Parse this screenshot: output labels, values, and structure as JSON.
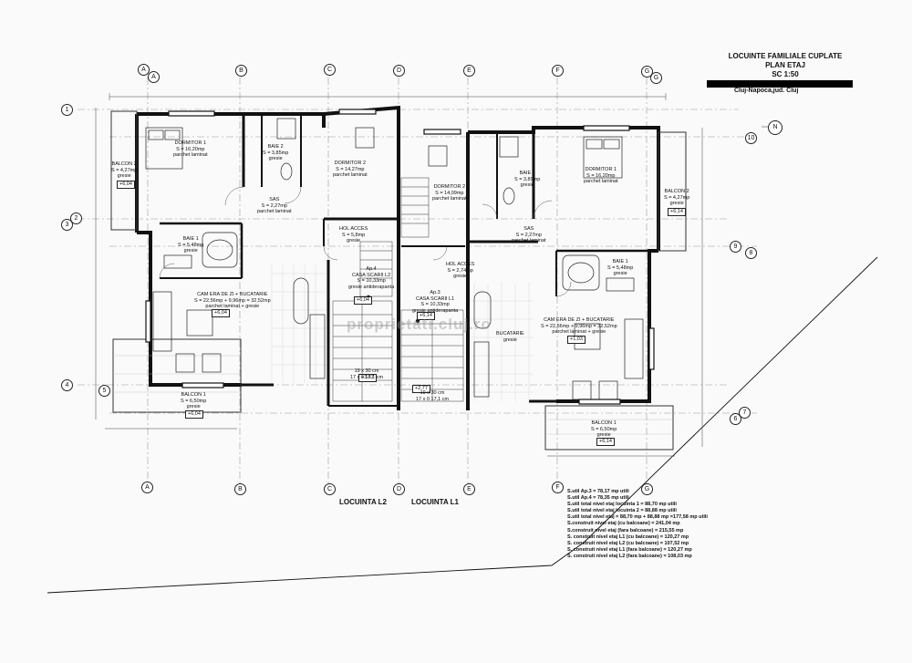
{
  "title": {
    "line1": "LOCUINTE FAMILIALE CUPLATE",
    "line2": "PLAN ETAJ",
    "line3": "SC 1:50",
    "location": "Cluj-Napoca,jud. Cluj"
  },
  "axes_letters": [
    "A",
    "B",
    "C",
    "D",
    "E",
    "F",
    "G"
  ],
  "axes_numbers_left": [
    "1",
    "2",
    "3",
    "4",
    "5"
  ],
  "axes_numbers_right": [
    "10",
    "9",
    "8",
    "6",
    "7"
  ],
  "compass_label": "N",
  "unit_labels": {
    "l2": "LOCUINTA L2",
    "l1": "LOCUINTA L1"
  },
  "watermark": "proprietati.cluj.ro",
  "rooms": {
    "balcon2_left": {
      "name": "BALCON 2",
      "area": "S = 4,27mp",
      "finish": "gresie",
      "level": "+6,04"
    },
    "dormitor1_left": {
      "name": "DORMITOR 1",
      "area": "S = 16,20mp",
      "finish": "parchet laminat"
    },
    "baie2_left": {
      "name": "BAIE 2",
      "area": "S = 3,85mp",
      "finish": "gresie"
    },
    "dormitor2_left": {
      "name": "DORMITOR 2",
      "area": "S = 14,27mp",
      "finish": "parchet laminat"
    },
    "sas_left": {
      "name": "SAS",
      "area": "S = 2,27mp",
      "finish": "parchet laminat"
    },
    "baie1_left": {
      "name": "BAIE 1",
      "area": "S = 5,48mp",
      "finish": "gresie"
    },
    "hol_left": {
      "name": "HOL ACCES",
      "area": "S = 5,8mp",
      "finish": "gresie"
    },
    "camera_left": {
      "name": "CAM ERA DE ZI + BUCATARIE",
      "area": "S = 22,56mp + 9,96mp = 32,52mp",
      "finish": "parchet laminat + gresie",
      "level": "+6,04"
    },
    "scara_l2": {
      "name": "CASA SCARII L2",
      "area": "S = 10,33mp",
      "finish": "gresie antiderapanta",
      "level": "+3,67",
      "apartment": "Ap.4"
    },
    "scara_l1": {
      "name": "CASA SCARII L1",
      "area": "S = 10,33mp",
      "finish": "gresie antiderapanta",
      "level": "+6,14",
      "apartment": "Ap.3"
    },
    "balcon1_left": {
      "name": "BALCON 1",
      "area": "S = 6,50mp",
      "finish": "gresie",
      "level": "+6,04"
    },
    "dormitor2_right": {
      "name": "DORMITOR 2",
      "area": "S = 14,09mp",
      "finish": "parchet laminat"
    },
    "hol_right": {
      "name": "HOL ACCES",
      "area": "S = 2,74mp",
      "finish": "gresie"
    },
    "baie2_right": {
      "name": "BAIE 2",
      "area": "S = 3,89mp",
      "finish": "gresie"
    },
    "dormitor1_right": {
      "name": "DORMITOR 1",
      "area": "S = 16,20mp",
      "finish": "parchet laminat"
    },
    "balcon2_right": {
      "name": "BALCON 2",
      "area": "S = 4,27mp",
      "finish": "gresie",
      "level": "+6,14"
    },
    "sas_right": {
      "name": "SAS",
      "area": "S = 2,27mp",
      "finish": "parchet laminat"
    },
    "baie1_right": {
      "name": "BAIE 1",
      "area": "S = 5,48mp",
      "finish": "gresie"
    },
    "camera_right": {
      "name": "CAM ERA DE ZI + BUCATARIE",
      "area": "S = 22,56mp + 9,96mp = 32,52mp",
      "finish": "parchet laminat + gresie",
      "level": "+1,03"
    },
    "bucatarie_right": {
      "name": "BUCATARIE",
      "finish": "gresie"
    },
    "balcon1_right": {
      "name": "BALCON 1",
      "area": "S = 6,50mp",
      "finish": "gresie",
      "level": "+6,14"
    }
  },
  "levels_misc": {
    "stair_l2_left": "+6,04",
    "stair_l2_right": "+2,77"
  },
  "stair_notes": {
    "l2": "19 x 30 cm\n17 x 0 17,1 cm",
    "l1": "19 x 30 cm\n17 x 0 17,1 cm"
  },
  "stats": [
    "S.util Ap.3 = 78,17 mp utili",
    "S.util Ap.4 = 78,35 mp utili",
    "S.util total nivel etaj locuinta 1 = 88,70 mp utili",
    "S.util total nivel etaj locuinta 2 = 88,88 mp utili",
    "S.util total nivel etaj = 88,70 mp + 88,88 mp =177,58 mp utili",
    "S.construit nivel etaj (cu balcoane) = 241,04 mp",
    "S.construit nivel etaj (fara balcoane) = 215,55 mp",
    "S. construit nivel etaj L1 (cu balcoane) = 120,27 mp",
    "S. construit nivel etaj L2 (cu balcoane) = 107,52 mp",
    "S. construit nivel etaj L1 (fara balcoane) = 120,27 mp",
    "S. construit nivel etaj L2 (fara balcoane) = 108,03 mp"
  ]
}
